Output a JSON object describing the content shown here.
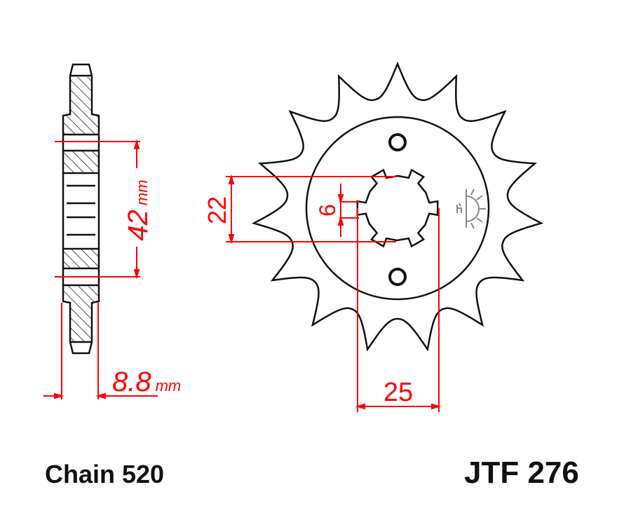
{
  "title": "JTF 276",
  "chain": "Chain 520",
  "dimensions": {
    "pcd": "42",
    "pcd_unit": "mm",
    "thickness": "8.8",
    "thickness_unit": "mm",
    "bore_flat": "22",
    "spline": "6",
    "bore": "25"
  },
  "sprocket": {
    "teeth": 15,
    "splines": 6
  },
  "colors": {
    "outline": "#111111",
    "dimension": "#ff0000"
  }
}
